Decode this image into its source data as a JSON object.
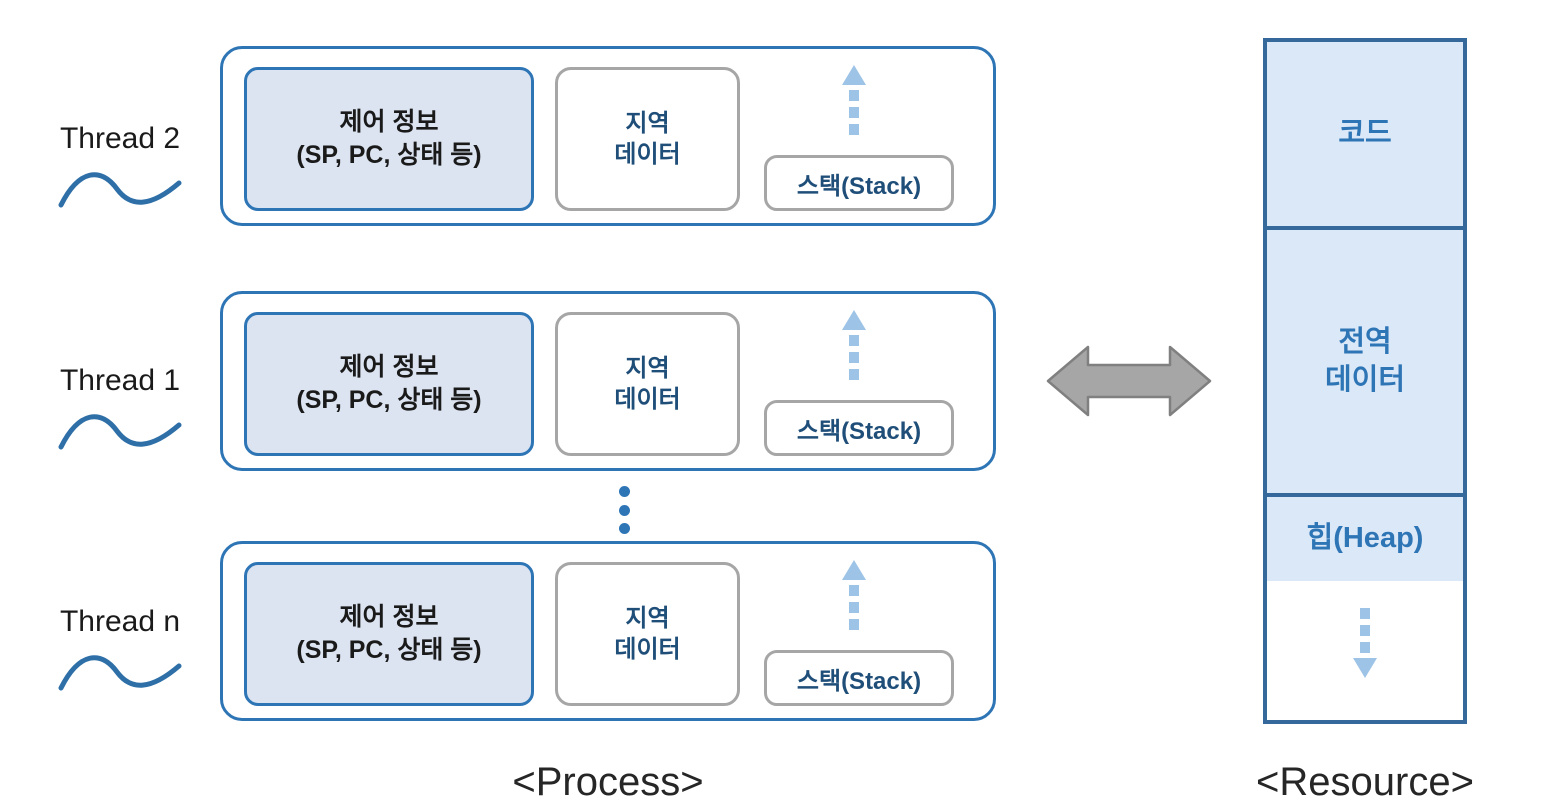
{
  "diagram": {
    "title_process": "<Process>",
    "title_resource": "<Resource>",
    "colors": {
      "thread_border": "#2E75B6",
      "control_fill": "#DCE4F2",
      "control_border": "#2E75B6",
      "neutral_border": "#A6A6A6",
      "label_text": "#1F4E79",
      "resource_border": "#35689B",
      "resource_fill": "#DBE8F7",
      "arrow_light_blue": "#9DC3E6",
      "exchange_arrow_fill": "#A6A6A6",
      "ellipsis_dot": "#2E75B6"
    }
  },
  "threads": [
    {
      "label": "Thread 2",
      "icon": "wave-icon",
      "control_line1": "제어 정보",
      "control_line2": "(SP, PC, 상태 등)",
      "local_line1": "지역",
      "local_line2": "데이터",
      "stack_label": "스택(Stack)",
      "stack_arrow": "dotted-up-arrow-icon"
    },
    {
      "label": "Thread 1",
      "icon": "wave-icon",
      "control_line1": "제어 정보",
      "control_line2": "(SP, PC, 상태 등)",
      "local_line1": "지역",
      "local_line2": "데이터",
      "stack_label": "스택(Stack)",
      "stack_arrow": "dotted-up-arrow-icon"
    },
    {
      "label": "Thread n",
      "icon": "wave-icon",
      "control_line1": "제어 정보",
      "control_line2": "(SP, PC, 상태 등)",
      "local_line1": "지역",
      "local_line2": "데이터",
      "stack_label": "스택(Stack)",
      "stack_arrow": "dotted-up-arrow-icon"
    }
  ],
  "ellipsis": {
    "name": "vertical-ellipsis",
    "dots": 3
  },
  "exchange": {
    "name": "bidirectional-arrow-icon"
  },
  "resource": {
    "segments": [
      {
        "label": "코드",
        "label2": "",
        "filled": true
      },
      {
        "label": "전역",
        "label2": "데이터",
        "filled": true
      },
      {
        "label": "힙(Heap)",
        "label2": "",
        "filled": true
      },
      {
        "label": "",
        "label2": "",
        "filled": false
      }
    ],
    "heap_arrow": "dotted-down-arrow-icon"
  }
}
